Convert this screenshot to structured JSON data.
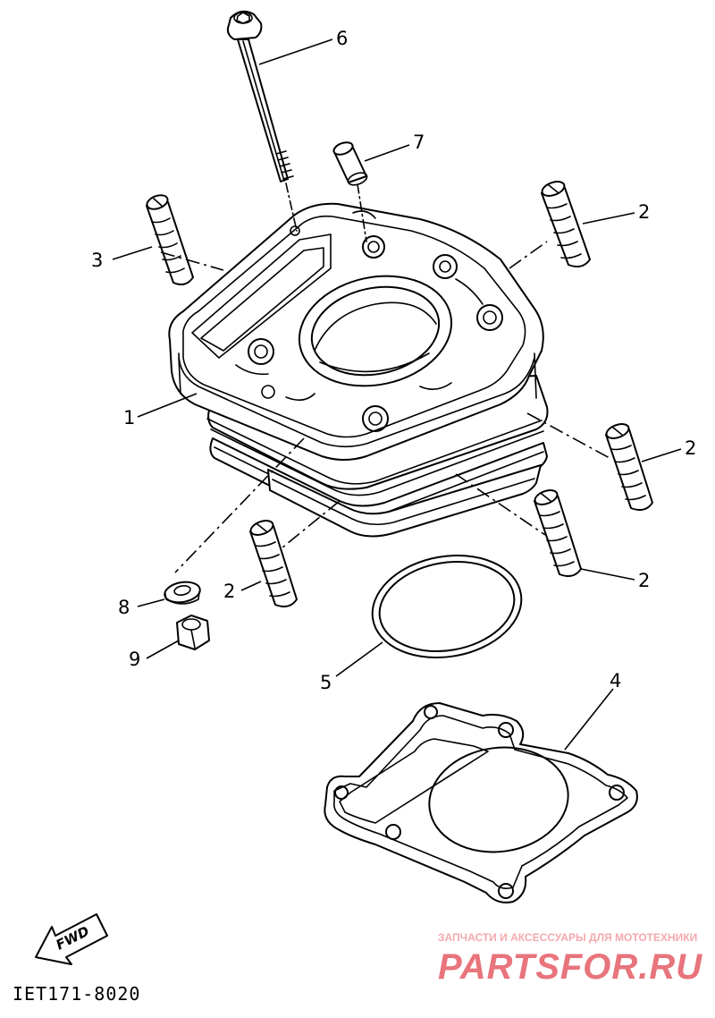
{
  "diagram": {
    "callouts": {
      "n1": "1",
      "n2a": "2",
      "n2b": "2",
      "n2c": "2",
      "n2d": "2",
      "n3": "3",
      "n4": "4",
      "n5": "5",
      "n6": "6",
      "n7": "7",
      "n8": "8",
      "n9": "9"
    },
    "fwd_label": "FWD",
    "drawing_code": "IET171-8020"
  },
  "watermark": {
    "tagline": "ЗАПЧАСТИ И АКСЕССУАРЫ ДЛЯ МОТОТЕХНИКИ",
    "brand": "PARTSFOR.RU",
    "color_light": "#f3a9ad",
    "color_main": "#e8747c"
  }
}
